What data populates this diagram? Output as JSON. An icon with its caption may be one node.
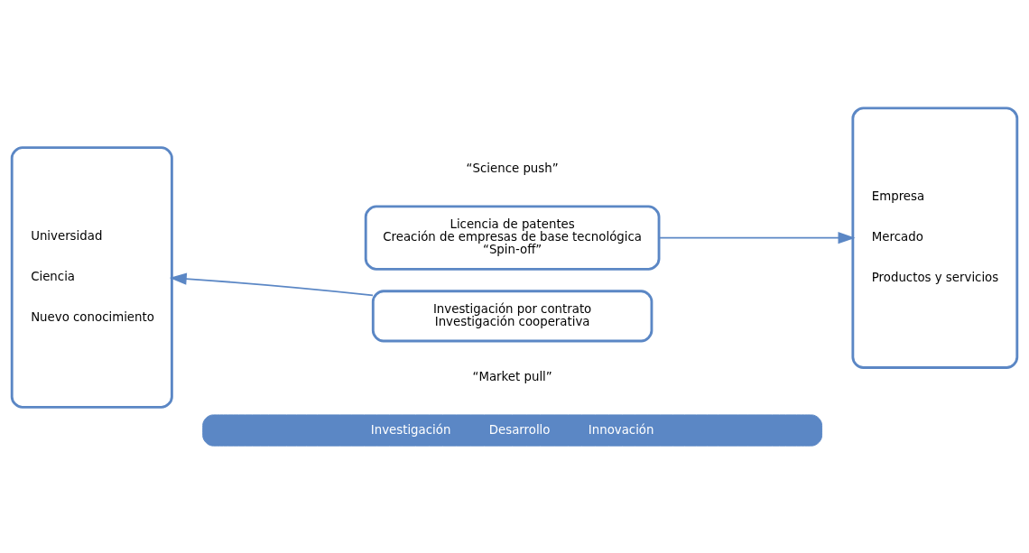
{
  "diagram": {
    "nodes": [
      {
        "text": [
          "Universidad",
          "Ciencia",
          "Nuevo conocimiento"
        ]
      },
      {
        "text": [
          "Empresa",
          "Mercado",
          "Productos y servicios"
        ]
      },
      {
        "text": [
          "Licencia de patentes",
          "Creación de empresas de base tecnológica",
          "“Spin-off”"
        ]
      },
      {
        "text": [
          "Investigación por contrato",
          "Investigación cooperativa"
        ]
      },
      {
        "text": [
          "Investigación",
          "Desarrollo",
          "Innovación"
        ]
      }
    ],
    "edges": [
      {
        "from": 2,
        "to": 1,
        "arrow": "to"
      },
      {
        "from": 3,
        "to": 0,
        "arrow": "to"
      }
    ],
    "labels": [
      "“Science push”",
      "“Market pull”"
    ]
  }
}
